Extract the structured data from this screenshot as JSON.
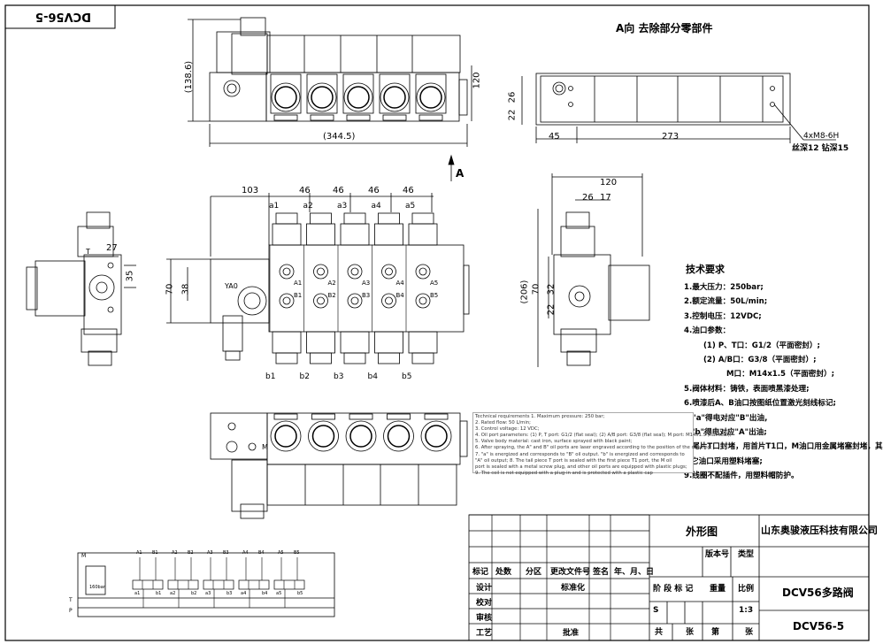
{
  "drawing_code_rotated": "DCV56-5",
  "view_label": "A向 去除部分零部件",
  "arrow_label": "A",
  "dimensions": {
    "top_height": "(138.6)",
    "top_width": "(344.5)",
    "top_right_height": "120",
    "sideA_26": "26",
    "sideA_22": "22",
    "sideA_45": "45",
    "sideA_273": "273",
    "thread_note_1": "4xM8-6H",
    "thread_note_2": "丝深12 钻深15",
    "front_103": "103",
    "front_pitch": [
      "46",
      "46",
      "46",
      "46"
    ],
    "front_70": "70",
    "front_38": "38",
    "left_27": "27",
    "left_35": "35",
    "right_120": "120",
    "right_26": "26",
    "right_17": "17",
    "right_206": "(206)",
    "right_70": "70",
    "right_32": "32",
    "right_22": "22"
  },
  "port_labels": {
    "a": [
      "a1",
      "a2",
      "a3",
      "a4",
      "a5"
    ],
    "b": [
      "b1",
      "b2",
      "b3",
      "b4",
      "b5"
    ],
    "A": [
      "A1",
      "A2",
      "A3",
      "A4",
      "A5"
    ],
    "B": [
      "B1",
      "B2",
      "B3",
      "B4",
      "B5"
    ],
    "relief": "YA0",
    "t_port": "T",
    "p_port": "P",
    "m_port": "M"
  },
  "tech_title": "技术要求",
  "tech_requirements": [
    "1.最大压力：250bar;",
    "2.额定流量：50L/min;",
    "3.控制电压：12VDC;",
    "4.油口参数：",
    "(1) P、T口：G1/2（平面密封）;",
    "(2) A/B口：G3/8（平面密封）;",
    "M口：M14x1.5（平面密封）;",
    "5.阀体材料：铸铁，表面喷黑漆处理;",
    "6.喷漆后A、B油口按图纸位置激光刻线标记;",
    "7.\"a\"得电对应\"B\"出油,",
    "\"b\"得电对应\"A\"出油;",
    "8.尾片T口封堵，用首片T1口，M油口用金属堵塞封堵，其",
    "它油口采用塑料堵塞;",
    "9.线圈不配插件，用塑料帽防护。"
  ],
  "tech_requirements_en": [
    "Technical requirements 1. Maximum pressure: 250 bar;",
    "2. Rated flow: 50 L/min;",
    "3. Control voltage: 12 VDC;",
    "4. Oil port parameters: (1) P, T port: G1/2 (flat seal); (2) A/B port: G3/8 (flat seal); M port: M14x1.5 (flat seal);",
    "5. Valve body material: cast iron, surface sprayed with black paint;",
    "6. After spraying, the A\" and B\" oil ports are laser engraved according to the position of the drawing;",
    "7. \"a\" is energized and corresponds to \"B\" oil output. \"b\" is energized and corresponds to",
    "\"A\" oil output; 8. The tail piece T port is sealed with the first piece T1 port, the M oil",
    "port is sealed with a metal screw plug, and other oil ports are equipped with plastic plugs;",
    "9. The coil is not equipped with a plug-in and is protected with a plastic cap"
  ],
  "title_block": {
    "drawing_type": "外形图",
    "company": "山东奥骏液压科技有限公司",
    "version_label": "版本号",
    "type_label": "类型",
    "product_name": "DCV56多路阀",
    "drawing_number": "DCV56-5",
    "stage_label": "阶 段 标 记",
    "weight_label": "重量",
    "scale_label": "比例",
    "scale_value": "1:3",
    "stage_value": "S",
    "sheets_label": "共",
    "sheet_label": "张",
    "page_label": "第",
    "page_label_2": "张",
    "row_headers": [
      "标记",
      "处数",
      "分区",
      "更改文件号",
      "签名",
      "年、月、日"
    ],
    "roles": [
      "设计",
      "校对",
      "审核",
      "工艺"
    ],
    "std_label": "标准化",
    "approve_label": "批准"
  },
  "schematic_labels": [
    "A1",
    "B1",
    "A2",
    "B2",
    "A3",
    "B3",
    "A4",
    "B4",
    "A5",
    "B5",
    "160bar",
    "a1",
    "b1",
    "a2",
    "b2",
    "a3",
    "b3",
    "a4",
    "b4",
    "a5",
    "b5"
  ],
  "schematic_ports": [
    "M",
    "T",
    "P"
  ]
}
